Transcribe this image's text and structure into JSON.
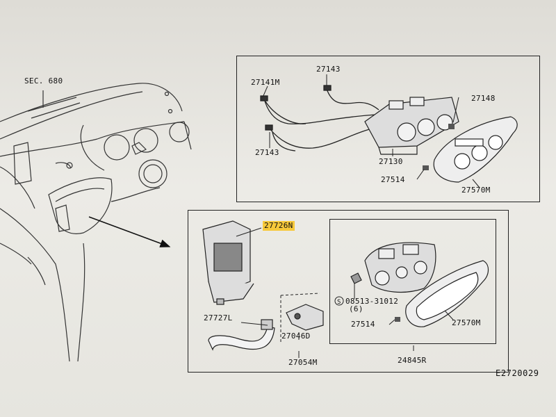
{
  "labels": {
    "sec": "SEC. 680",
    "p27143_top": "27143",
    "p27141m": "27141M",
    "p27148": "27148",
    "p27143_bottom": "27143",
    "p27130": "27130",
    "p27514_top": "27514",
    "p27570m_top": "27570M",
    "p27726n": "27726N",
    "p27727l": "27727L",
    "p27046d": "27046D",
    "p27054m": "27054M",
    "screw_code": "08513-31012",
    "screw_qty": "(6)",
    "p27514_bottom": "27514",
    "p27570m_bottom": "27570M",
    "p24845r": "24845R",
    "diagram_code": "E2720029"
  },
  "highlight_color": "#f7c93a"
}
